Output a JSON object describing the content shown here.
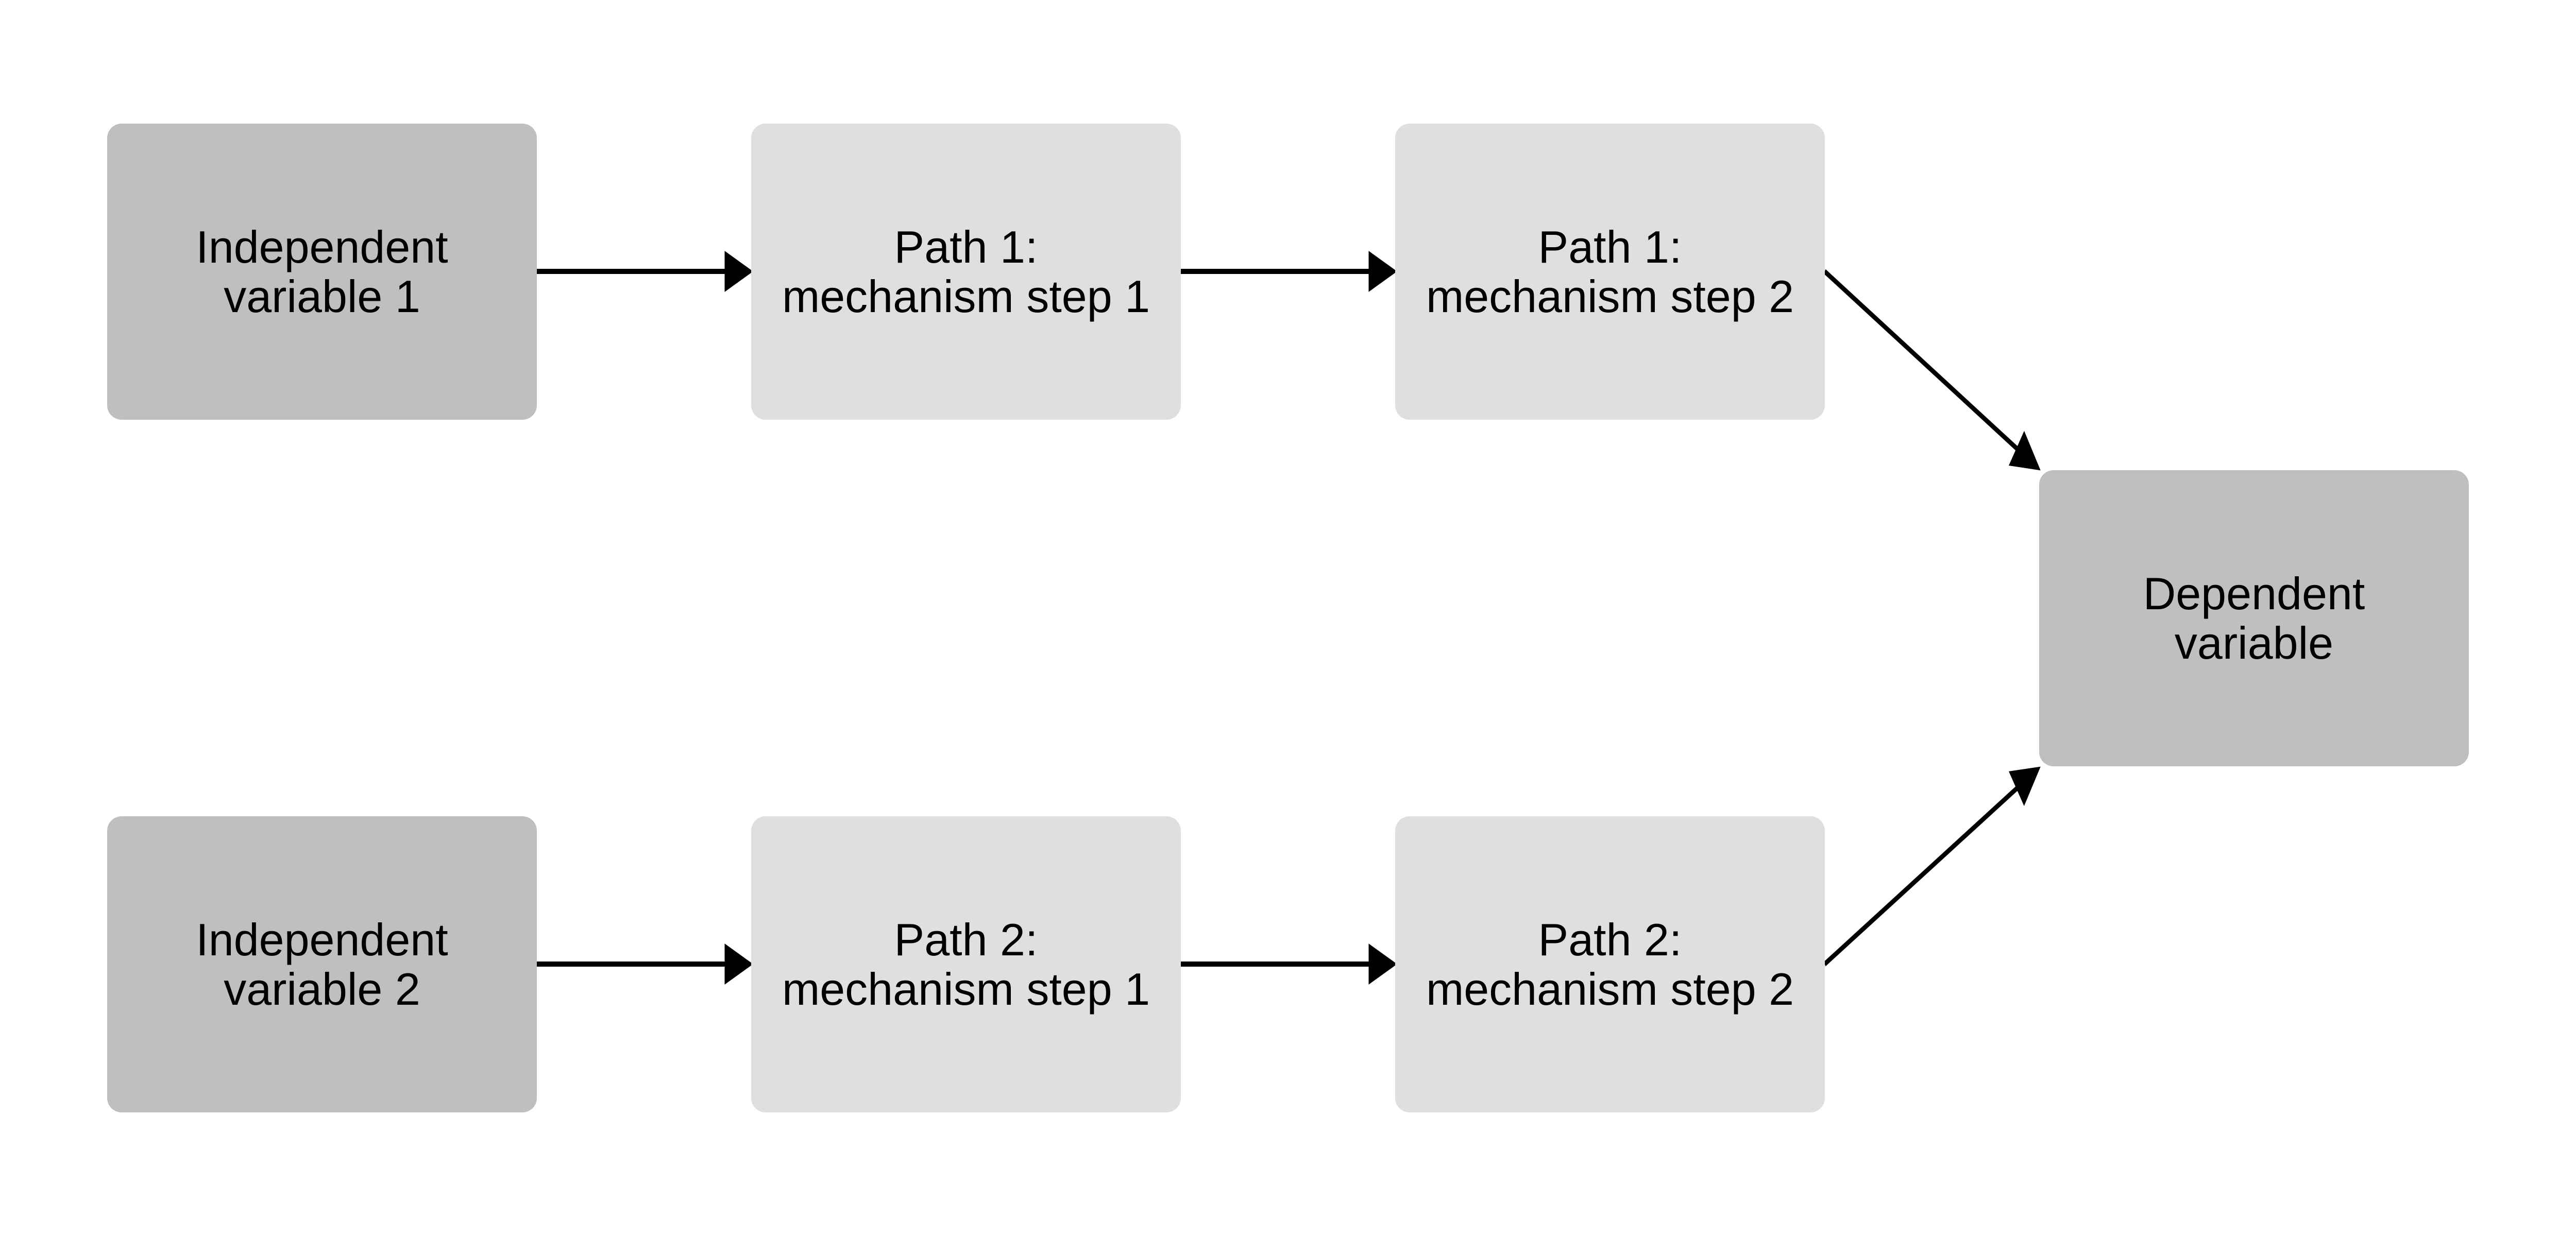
{
  "colors": {
    "variable_box": "#bfbfbf",
    "mechanism_box": "#dfdfdf",
    "arrow": "#000000"
  },
  "nodes": {
    "iv1": {
      "line1": "Independent",
      "line2": "variable 1"
    },
    "p1s1": {
      "line1": "Path 1:",
      "line2": "mechanism step 1"
    },
    "p1s2": {
      "line1": "Path 1:",
      "line2": "mechanism step 2"
    },
    "iv2": {
      "line1": "Independent",
      "line2": "variable 2"
    },
    "p2s1": {
      "line1": "Path 2:",
      "line2": "mechanism step 1"
    },
    "p2s2": {
      "line1": "Path 2:",
      "line2": "mechanism step 2"
    },
    "dv": {
      "line1": "Dependent",
      "line2": "variable"
    }
  },
  "edges": [
    [
      "iv1",
      "p1s1"
    ],
    [
      "p1s1",
      "p1s2"
    ],
    [
      "p1s2",
      "dv"
    ],
    [
      "iv2",
      "p2s1"
    ],
    [
      "p2s1",
      "p2s2"
    ],
    [
      "p2s2",
      "dv"
    ]
  ]
}
